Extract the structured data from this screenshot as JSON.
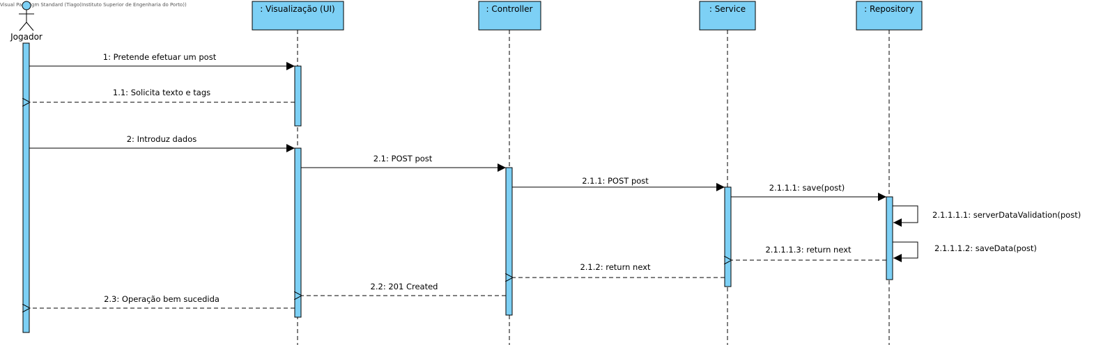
{
  "watermark": "Visual Paradigm Standard (Tiago(Instituto Superior de Engenharia do Porto))",
  "actor": {
    "name": "Jogador"
  },
  "lifelines": [
    {
      "label": ": Visualização (UI)"
    },
    {
      "label": ": Controller"
    },
    {
      "label": ": Service"
    },
    {
      "label": ": Repository"
    }
  ],
  "messages": [
    {
      "label": "1: Pretende efetuar um post",
      "kind": "call"
    },
    {
      "label": "1.1: Solicita texto e tags",
      "kind": "return"
    },
    {
      "label": "2: Introduz dados",
      "kind": "call"
    },
    {
      "label": "2.1: POST post",
      "kind": "call"
    },
    {
      "label": "2.1.1: POST post",
      "kind": "call"
    },
    {
      "label": "2.1.1.1: save(post)",
      "kind": "call"
    },
    {
      "label": "2.1.1.1.1: serverDataValidation(post)",
      "kind": "self"
    },
    {
      "label": "2.1.1.1.2: saveData(post)",
      "kind": "self"
    },
    {
      "label": "2.1.1.1.3: return next",
      "kind": "return"
    },
    {
      "label": "2.1.2: return next",
      "kind": "return"
    },
    {
      "label": "2.2: 201 Created",
      "kind": "return"
    },
    {
      "label": "2.3: Operação bem sucedida",
      "kind": "return"
    }
  ],
  "colors": {
    "fill": "#7dd0f5",
    "line": "#000000",
    "background": "#ffffff"
  }
}
